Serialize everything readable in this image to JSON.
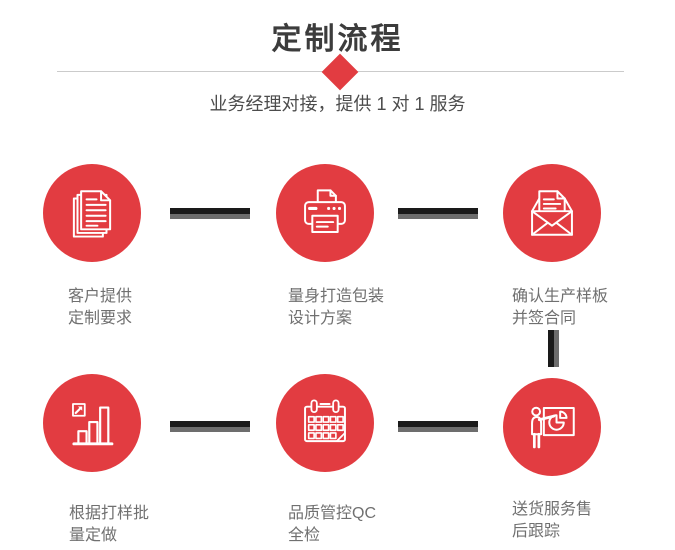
{
  "page": {
    "title": "定制流程",
    "subtitle": "业务经理对接，提供 1 对 1 服务"
  },
  "colors": {
    "accent_red": "#e23c41",
    "connector_dark": "#1a1a1a",
    "connector_gray": "#6d6d6d",
    "title_text": "#3c3c3c",
    "label_text": "#707070",
    "divider_line": "#cbcbcb"
  },
  "steps": [
    {
      "icon": "documents-icon",
      "label_line1": "客户提供",
      "label_line2": "定制要求"
    },
    {
      "icon": "printer-icon",
      "label_line1": "量身打造包装",
      "label_line2": "设计方案"
    },
    {
      "icon": "envelope-icon",
      "label_line1": "确认生产样板",
      "label_line2": "并签合同"
    },
    {
      "icon": "bar-chart-icon",
      "label_line1": "根据打样批",
      "label_line2": "量定做"
    },
    {
      "icon": "calendar-icon",
      "label_line1": "品质管控QC",
      "label_line2": "全检"
    },
    {
      "icon": "presenter-icon",
      "label_line1": "送货服务售",
      "label_line2": "后跟踪"
    }
  ]
}
